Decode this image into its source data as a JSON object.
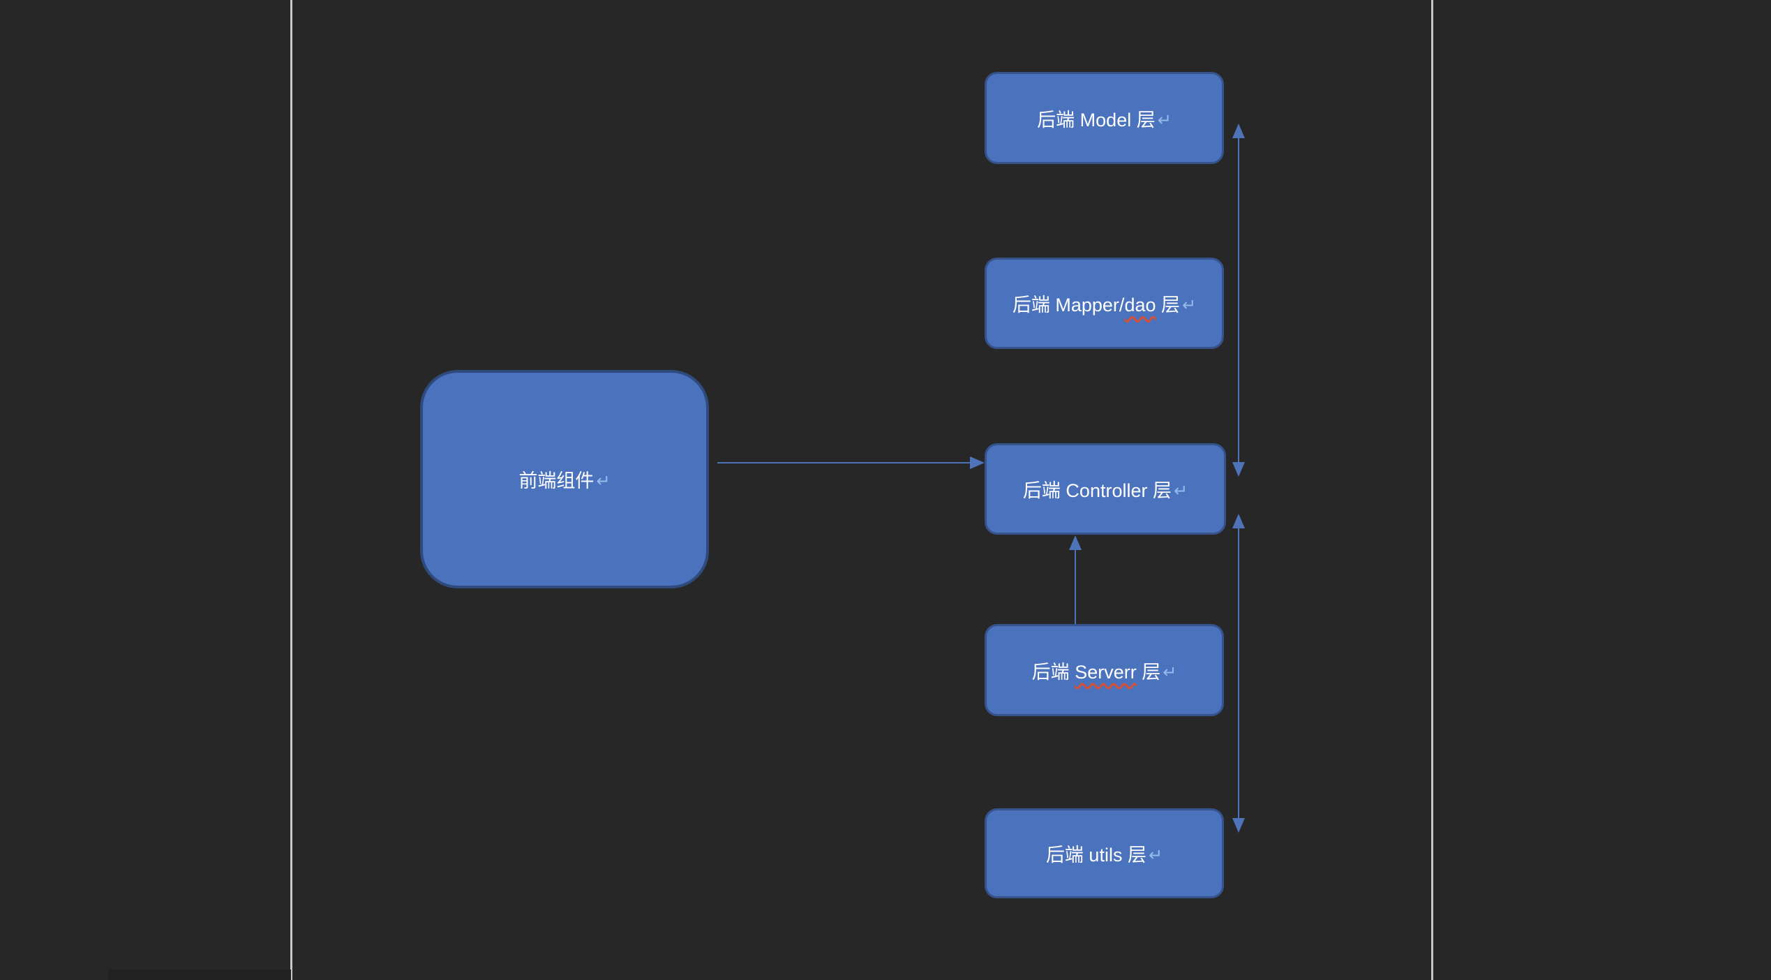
{
  "diagram": {
    "nodes": {
      "frontend": {
        "label": "前端组件",
        "return_mark": "↵"
      },
      "model": {
        "label": "后端 Model 层",
        "return_mark": "↵"
      },
      "mapper": {
        "text_before": "后端 Mapper/",
        "misspelled": "dao",
        "text_after": " 层",
        "return_mark": "↵"
      },
      "controller": {
        "label": "后端 Controller 层",
        "return_mark": "↵"
      },
      "server": {
        "text_before": "后端 ",
        "misspelled": "Serverr",
        "text_after": " 层",
        "return_mark": "↵"
      },
      "utils": {
        "label": "后端 utils 层",
        "return_mark": "↵"
      }
    },
    "edges": [
      {
        "from": "frontend",
        "to": "controller",
        "style": "single-arrow"
      },
      {
        "from": "controller",
        "to": "model",
        "style": "double-arrow"
      },
      {
        "from": "server",
        "to": "controller",
        "style": "single-arrow"
      },
      {
        "from": "controller",
        "to": "utils",
        "style": "double-arrow"
      }
    ],
    "colors": {
      "canvas_background": "#272728",
      "node_fill": "#4b72bc",
      "node_border": "#36538c",
      "node_text": "#ffffff",
      "connector": "#4e73b8",
      "page_edge_line": "#c7c9c9",
      "return_mark": "#93bbee",
      "spellcheck_underline": "#d94f33"
    }
  }
}
